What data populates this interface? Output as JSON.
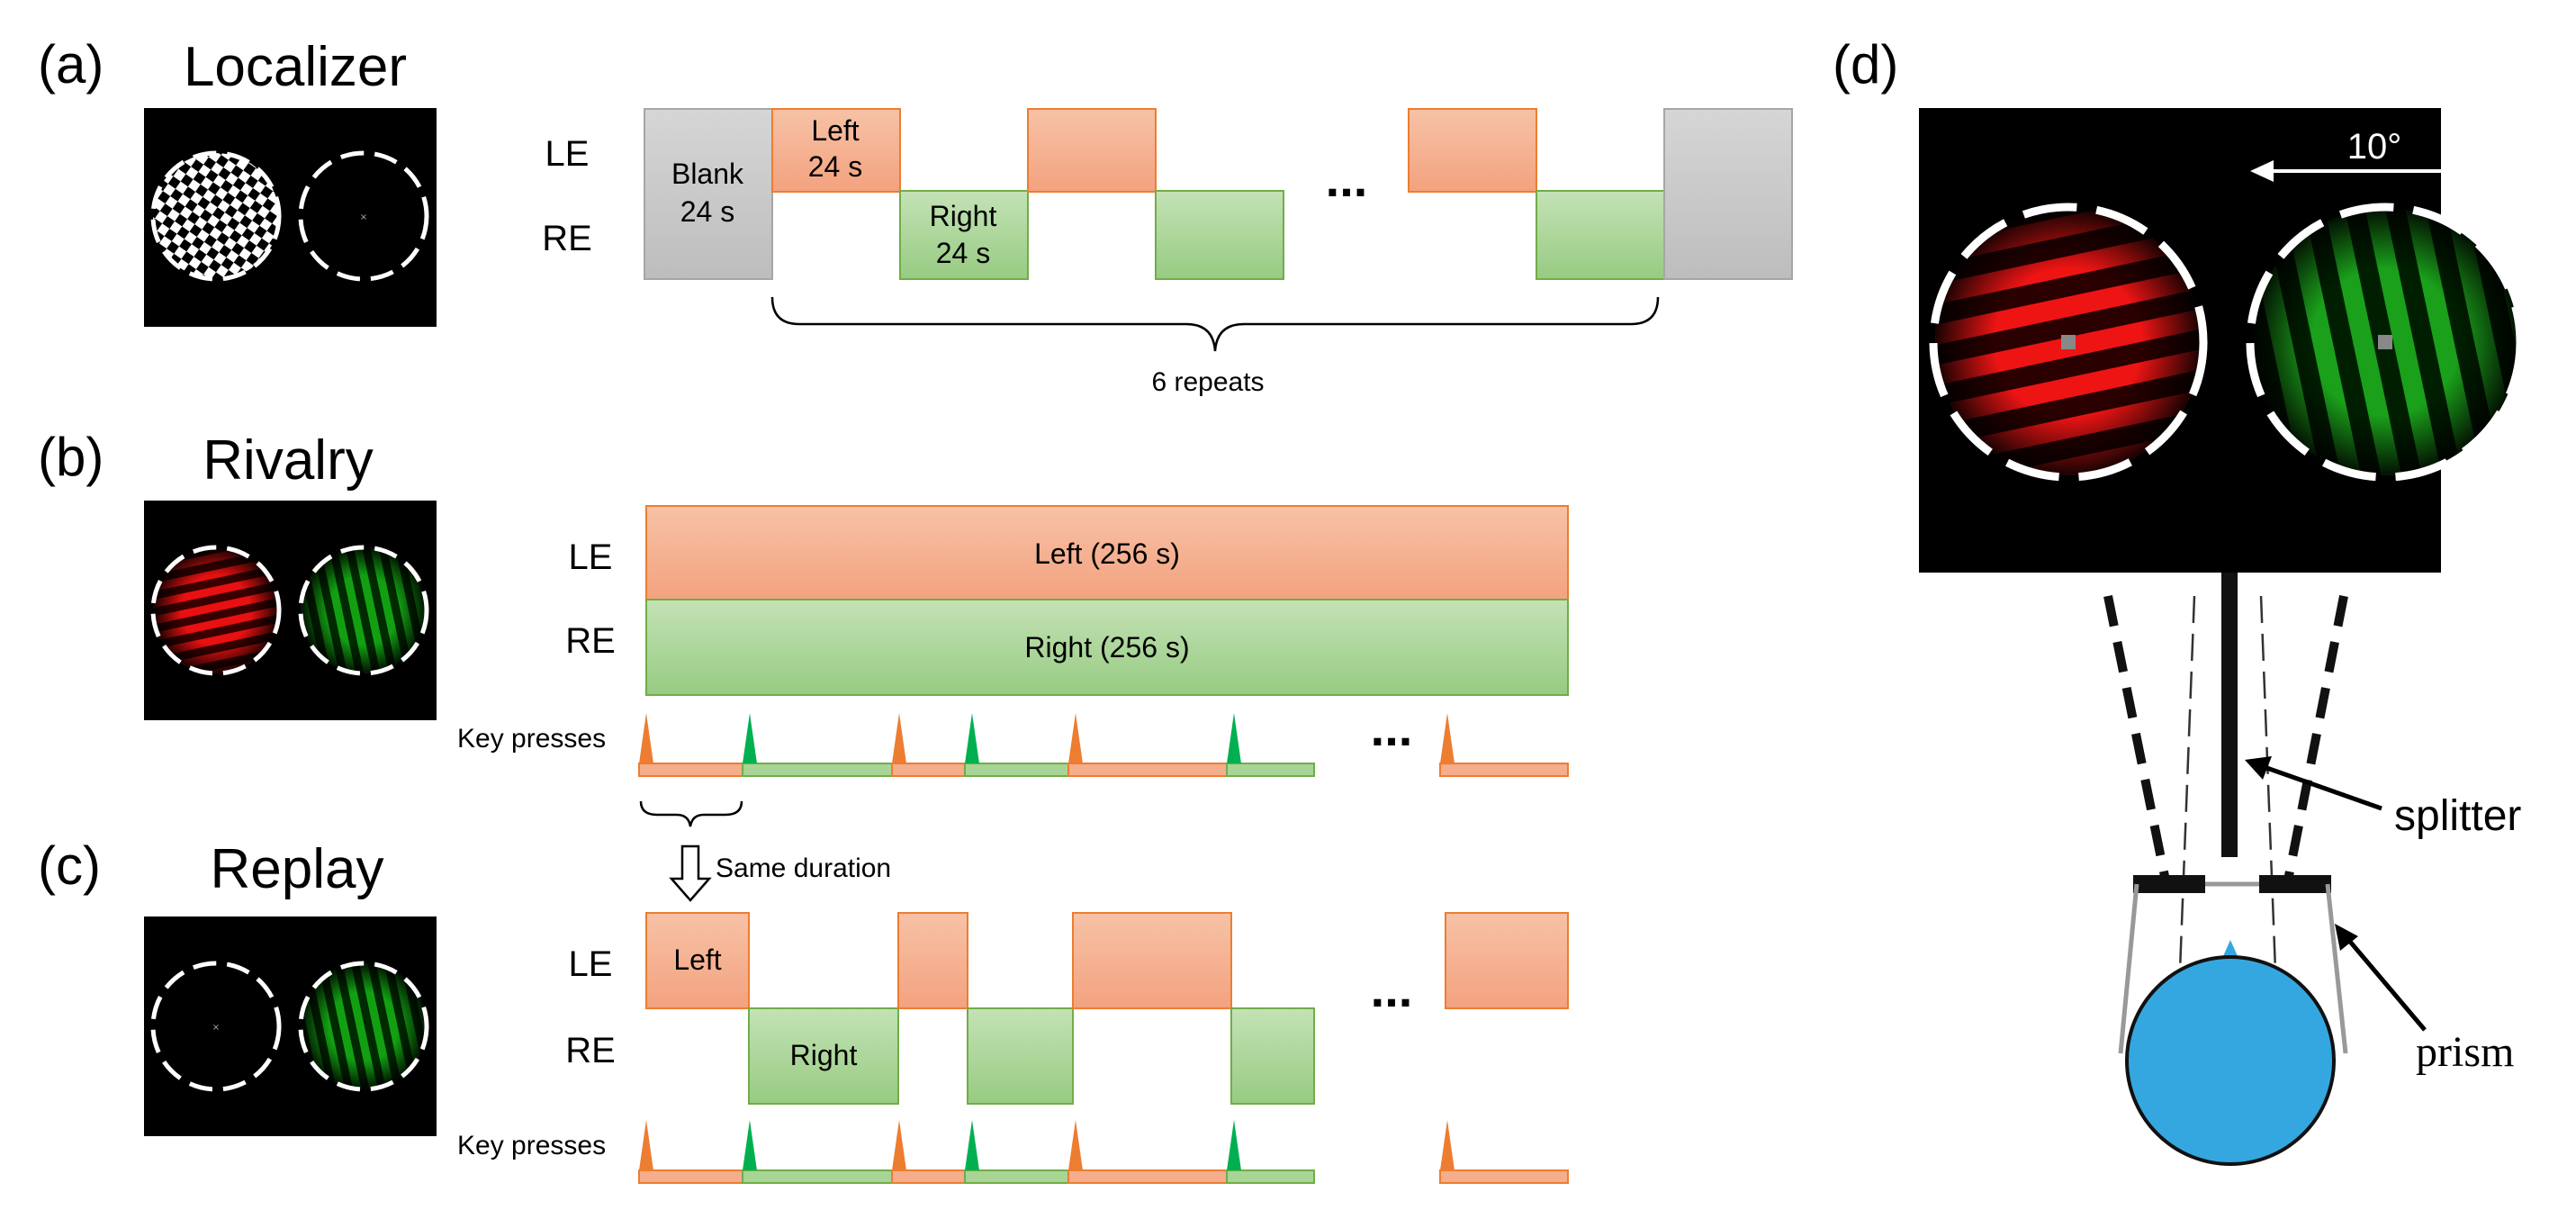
{
  "panel_a": {
    "letter": "(a)",
    "title": "Localizer",
    "row_le": "LE",
    "row_re": "RE",
    "blank_line1": "Blank",
    "blank_line2": "24 s",
    "left_line1": "Left",
    "left_line2": "24 s",
    "right_line1": "Right",
    "right_line2": "24 s",
    "ellipsis": "...",
    "brace_label": "6 repeats"
  },
  "panel_b": {
    "letter": "(b)",
    "title": "Rivalry",
    "row_le": "LE",
    "row_re": "RE",
    "left_label": "Left (256 s)",
    "right_label": "Right (256 s)",
    "key_presses": "Key presses",
    "ellipsis": "...",
    "arrow_label": "Same duration"
  },
  "panel_c": {
    "letter": "(c)",
    "title": "Replay",
    "row_le": "LE",
    "row_re": "RE",
    "left_label": "Left",
    "right_label": "Right",
    "key_presses": "Key presses",
    "ellipsis": "..."
  },
  "panel_d": {
    "letter": "(d)",
    "angle_label": "10°",
    "splitter_label": "splitter",
    "prism_label": "prism"
  },
  "colors": {
    "left_fill": "#f5ad8c",
    "left_stroke": "#ed7d31",
    "right_fill": "#a8d496",
    "right_stroke": "#70ad47",
    "blank_fill": "#c9c9c9",
    "orange_peak": "#ed7d31",
    "green_peak": "#00b050",
    "eye_fill": "#35a7e0"
  }
}
